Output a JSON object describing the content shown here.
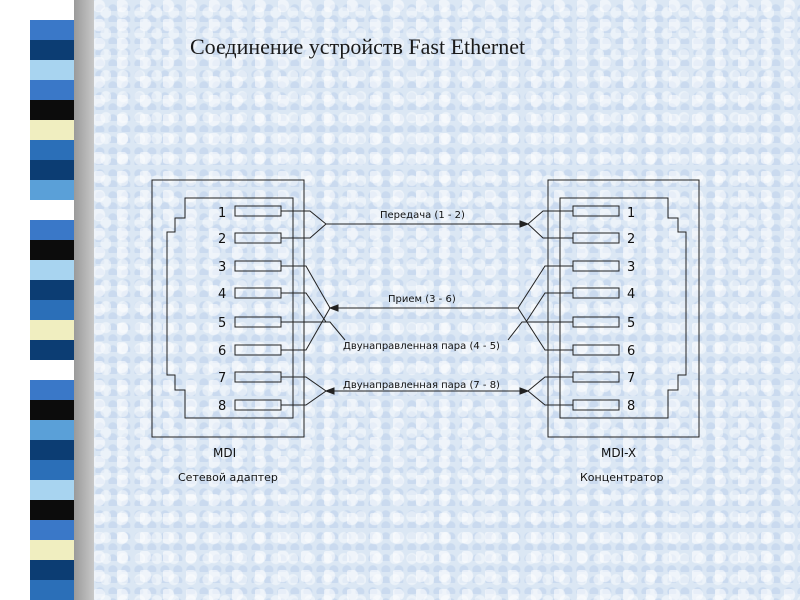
{
  "slide": {
    "title": "Соединение устройств Fast Ethernet"
  },
  "colors": {
    "stripes": [
      "#ffffff",
      "#3a78c8",
      "#0c3d73",
      "#a8d4f0",
      "#3a78c8",
      "#0c0c0c",
      "#f0eec0",
      "#2b6fb8",
      "#0c3d73",
      "#5aa0d8",
      "#ffffff",
      "#3a78c8",
      "#0c0c0c",
      "#a8d4f0",
      "#0c3d73",
      "#2b6fb8",
      "#f0eec0",
      "#0c3d73",
      "#ffffff",
      "#3a78c8",
      "#0c0c0c",
      "#5aa0d8",
      "#0c3d73",
      "#2b6fb8",
      "#a8d4f0",
      "#0c0c0c",
      "#3a78c8",
      "#f0eec0",
      "#0c3d73",
      "#2b6fb8"
    ],
    "line": "#222222"
  },
  "diagram": {
    "left_connector": {
      "name": "MDI",
      "device": "Сетевой адаптер"
    },
    "right_connector": {
      "name": "MDI-X",
      "device": "Концентратор"
    },
    "pins": [
      "1",
      "2",
      "3",
      "4",
      "5",
      "6",
      "7",
      "8"
    ],
    "pairs": [
      {
        "label": "Передача (1 - 2)"
      },
      {
        "label": "Прием (3 - 6)"
      },
      {
        "label": "Двунаправленная пара (4 - 5)"
      },
      {
        "label": "Двунаправленная пара (7 - 8)"
      }
    ]
  }
}
